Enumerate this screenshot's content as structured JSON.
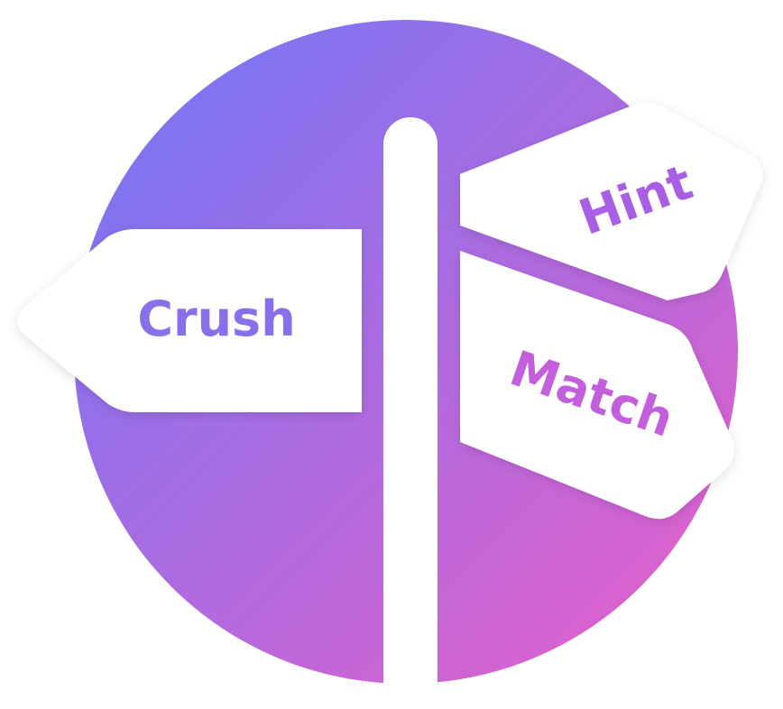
{
  "colors": {
    "gradient_start": "#6f77f7",
    "gradient_end": "#ea5fc9",
    "sign_fill": "#ffffff",
    "crush_text": "#8a6fea",
    "hint_text": "#a85fe4",
    "match_text": "#c35fdc"
  },
  "signs": {
    "left": {
      "label": "Crush"
    },
    "top_right": {
      "label": "Hint"
    },
    "bottom_right": {
      "label": "Match"
    }
  }
}
